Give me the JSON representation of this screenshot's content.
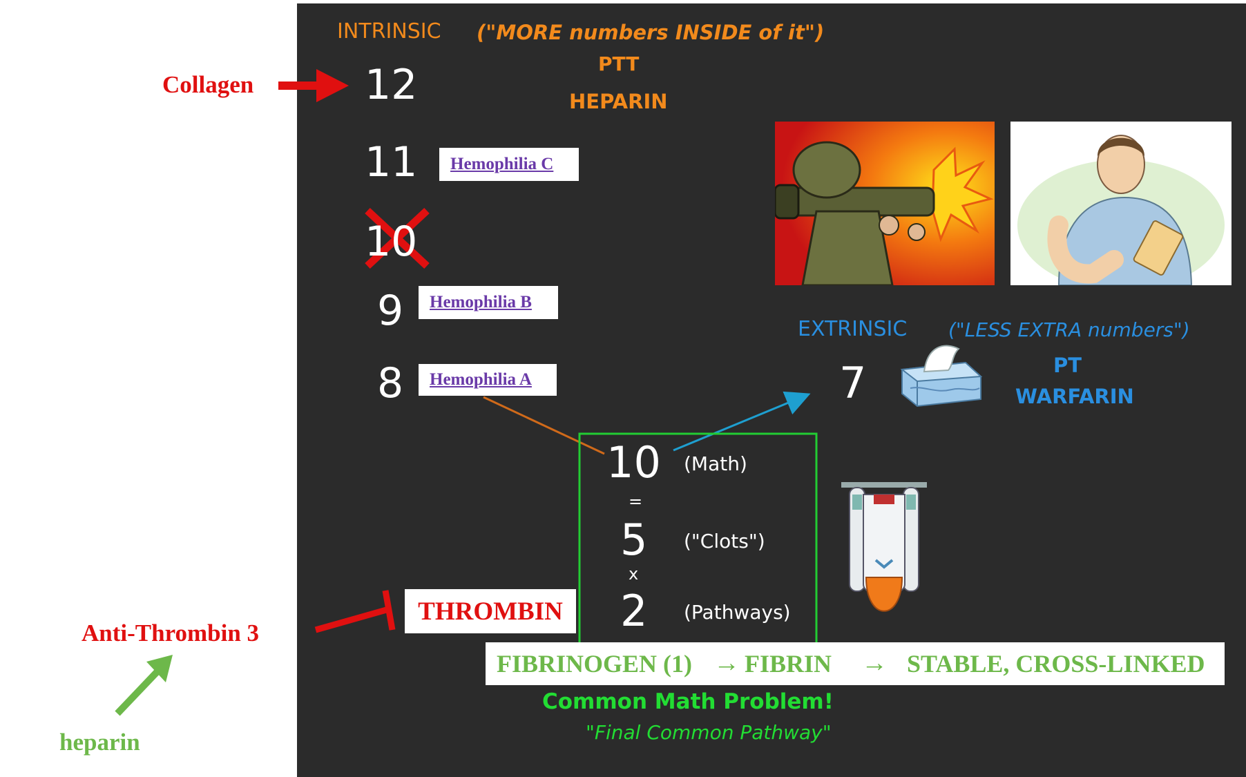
{
  "intrinsic": {
    "title": "INTRINSIC",
    "note": "(\"MORE numbers INSIDE of it\")",
    "test": "PTT",
    "drug": "HEPARIN"
  },
  "collagen": "Collagen",
  "factors": {
    "f12": "12",
    "f11": "11",
    "f10": "10",
    "f9": "9",
    "f8": "8"
  },
  "hemophilia": {
    "c": "Hemophilia C",
    "b": "Hemophilia B",
    "a": "Hemophilia A"
  },
  "extrinsic": {
    "title": "EXTRINSIC",
    "note": "(\"LESS EXTRA numbers\")",
    "factor": "7",
    "test": "PT",
    "drug": "WARFARIN"
  },
  "math": {
    "n10": "10",
    "l10": "(Math)",
    "eq": "=",
    "n5": "5",
    "l5": "(\"Clots\")",
    "times": "x",
    "n2": "2",
    "l2": "(Pathways)"
  },
  "thrombin": "THROMBIN",
  "antithrombin": "Anti-Thrombin 3",
  "heparin_small": "heparin",
  "fibrin": {
    "fibrinogen": "FIBRINOGEN (1)",
    "arrow1": "→",
    "fibrin": "FIBRIN",
    "arrow2": "→",
    "stable": "STABLE, CROSS-LINKED"
  },
  "common": {
    "title": "Common Math Problem!",
    "sub": "\"Final Common Pathway\""
  },
  "colors": {
    "orange": "#f28a1c",
    "blue": "#2a8fe0",
    "red": "#e01010",
    "green": "#6db84a",
    "bright_green": "#22dd33",
    "panel": "#2b2b2b"
  },
  "icons": [
    "soldier-bazooka-icon",
    "man-clipboard-icon",
    "tissue-box-icon",
    "space-shuttle-icon"
  ]
}
